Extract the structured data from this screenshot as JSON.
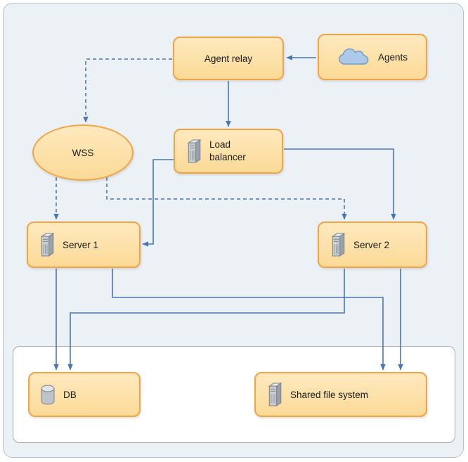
{
  "nodes": {
    "agent_relay": {
      "label": "Agent relay"
    },
    "agents": {
      "label": "Agents",
      "icon": "cloud-icon"
    },
    "load_balancer": {
      "label": "Load balancer",
      "icon": "server-icon"
    },
    "wss": {
      "label": "WSS"
    },
    "server1": {
      "label": "Server 1",
      "icon": "server-icon"
    },
    "server2": {
      "label": "Server 2",
      "icon": "server-icon"
    },
    "db": {
      "label": "DB",
      "icon": "database-icon"
    },
    "shared_file_system": {
      "label": "Shared file system",
      "icon": "server-icon"
    }
  },
  "edges": [
    {
      "from": "agents",
      "to": "agent_relay",
      "style": "solid"
    },
    {
      "from": "agent_relay",
      "to": "load_balancer",
      "style": "solid"
    },
    {
      "from": "agent_relay",
      "to": "wss",
      "style": "dashed"
    },
    {
      "from": "wss",
      "to": "server1",
      "style": "dashed"
    },
    {
      "from": "wss",
      "to": "server2",
      "style": "dashed"
    },
    {
      "from": "load_balancer",
      "to": "server1",
      "style": "solid"
    },
    {
      "from": "load_balancer",
      "to": "server2",
      "style": "solid"
    },
    {
      "from": "server1",
      "to": "db",
      "style": "solid"
    },
    {
      "from": "server1",
      "to": "shared_file_system",
      "style": "solid"
    },
    {
      "from": "server2",
      "to": "db",
      "style": "solid"
    },
    {
      "from": "server2",
      "to": "shared_file_system",
      "style": "solid"
    }
  ],
  "colors": {
    "node_fill_top": "#FEE9BE",
    "node_fill_bottom": "#FBDA97",
    "node_border": "#F0A446",
    "arrow": "#4A76B0",
    "canvas_bg": "#ECF1F6",
    "canvas_border": "#B6C0CA",
    "container_bg": "#FFFFFF",
    "container_border": "#A3AAB1",
    "cloud_fill": "#ADC9E9",
    "cloud_stroke": "#6E95BF",
    "text": "#1A1A1A"
  }
}
